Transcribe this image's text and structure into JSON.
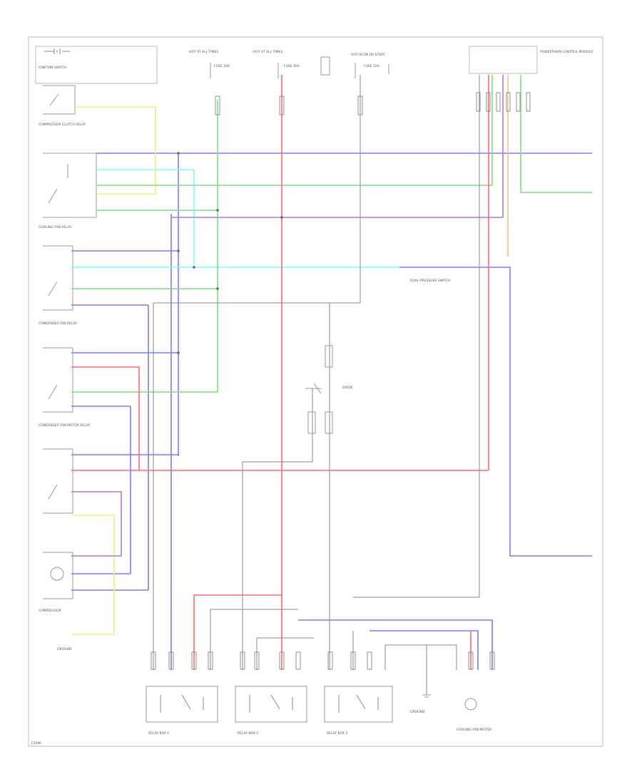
{
  "diagram": {
    "footer_code": "F2096",
    "top_labels": [
      {
        "id": "hot_run_1",
        "text": "HOT AT ALL TIMES"
      },
      {
        "id": "hot_run_2",
        "text": "HOT AT ALL TIMES"
      },
      {
        "id": "hot_in_run",
        "text": "HOT IN ON OR START"
      },
      {
        "id": "fuse_1",
        "text": "FUSE 30A"
      },
      {
        "id": "fuse_2",
        "text": "FUSE 40A"
      },
      {
        "id": "fuse_3",
        "text": "FUSE 10A"
      }
    ],
    "left_components": [
      {
        "id": "ignition_switch",
        "text": "IGNITION SWITCH"
      },
      {
        "id": "compressor_clutch_relay",
        "text": "COMPRESSOR CLUTCH RELAY"
      },
      {
        "id": "cooling_fan_relay",
        "text": "COOLING FAN RELAY"
      },
      {
        "id": "condenser_fan_relay",
        "text": "CONDENSER FAN RELAY"
      },
      {
        "id": "condenser_fan_motor_relay",
        "text": "CONDENSER FAN MOTOR RELAY"
      },
      {
        "id": "compressor",
        "text": "COMPRESSOR"
      },
      {
        "id": "ground_left",
        "text": "GROUND"
      }
    ],
    "right_components": [
      {
        "id": "ecm",
        "text": "POWERTRAIN CONTROL MODULE"
      },
      {
        "id": "dual_pressure_switch",
        "text": "DUAL PRESSURE SWITCH"
      },
      {
        "id": "diode",
        "text": "DIODE"
      }
    ],
    "bottom_components": [
      {
        "id": "relay_box_1",
        "text": "RELAY BOX 1"
      },
      {
        "id": "relay_box_2",
        "text": "RELAY BOX 2"
      },
      {
        "id": "relay_box_3",
        "text": "RELAY BOX 3"
      },
      {
        "id": "ground_bottom",
        "text": "GROUND"
      },
      {
        "id": "cooling_fan_motor",
        "text": "COOLING FAN MOTOR"
      }
    ],
    "wire_colors": {
      "blue": "#7b7bff",
      "cyan": "#7fffff",
      "green": "#7fe07f",
      "yellow": "#f2f27a",
      "red": "#ff6b6b",
      "purple": "#b07ad6",
      "orange": "#f5c08a",
      "black": "#888888"
    }
  }
}
